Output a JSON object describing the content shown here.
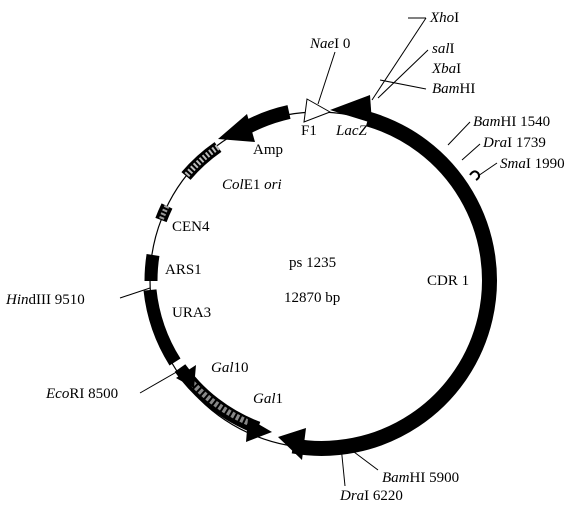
{
  "plasmid": {
    "name": "ps 1235",
    "size": "12870 bp"
  },
  "features": {
    "lacz": "LacZ",
    "f1": "F1",
    "amp": "Amp",
    "colE1_italic": "Col",
    "colE1_rest": "E1 ",
    "colE1_ori": "ori",
    "cen4": "CEN4",
    "ars1": "ARS1",
    "ura3": "URA3",
    "gal10_italic": "Gal",
    "gal10_num": "10",
    "gal1_italic": "Gal",
    "gal1_num": "1",
    "cdr1": "CDR 1"
  },
  "sites": {
    "nael_name": "Nae",
    "nael_rest": "I 0",
    "xhoi_name": "Xho",
    "xhoi_rest": "I",
    "sali_name": "sal",
    "sali_rest": "I",
    "xbai_name": "Xba",
    "xbai_rest": "I",
    "bamhi_top_name": "Bam",
    "bamhi_top_rest": "HI",
    "bamhi1540_name": "Bam",
    "bamhi1540_rest": "HI 1540",
    "drai1739_name": "Dra",
    "drai1739_rest": "I 1739",
    "smai_name": "Sma",
    "smai_rest": "I 1990",
    "hindiii_name": "Hin",
    "hindiii_rest": "dIII 9510",
    "ecori_name": "Eco",
    "ecori_rest": "RI 8500",
    "bamhi5900_name": "Bam",
    "bamhi5900_rest": "HI 5900",
    "drai6220_name": "Dra",
    "drai6220_rest": "I 6220"
  }
}
